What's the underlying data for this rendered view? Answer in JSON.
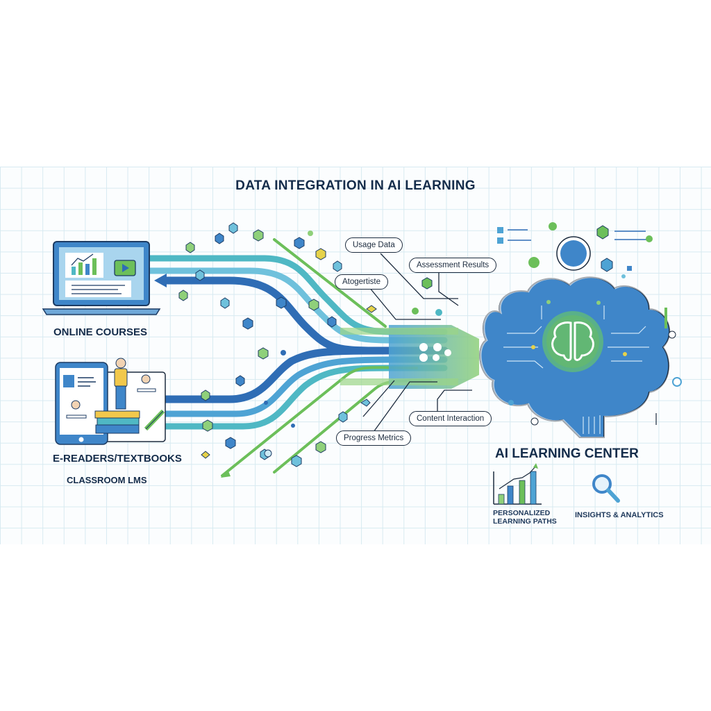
{
  "title": "DATA INTEGRATION IN AI LEARNING",
  "sources": [
    {
      "label": "ONLINE COURSES",
      "icon": "laptop-with-chart-and-video-icon"
    },
    {
      "label": "E-READERS/TEXTBOOKS",
      "icon": "tablet-classroom-books-icon"
    },
    {
      "label": "CLASSROOM LMS"
    }
  ],
  "data_labels": [
    {
      "label": "Usage Data"
    },
    {
      "label": "Assessment Results"
    },
    {
      "label": "Atogertiste"
    },
    {
      "label": "Content Interaction"
    },
    {
      "label": "Progress Metrics"
    }
  ],
  "destination": {
    "label": "AI LEARNING CENTER",
    "icon": "circuit-brain-icon",
    "outputs": [
      {
        "label_line1": "PERSONALIZED",
        "label_line2": "LEARNING PATHS",
        "icon": "growth-bar-chart-icon"
      },
      {
        "label": "INSIGHTS & ANALYTICS",
        "icon": "magnifier-icon"
      }
    ]
  },
  "colors": {
    "navy_text": "#142c4a",
    "dark_blue": "#2f6db5",
    "mid_blue": "#4ea3d4",
    "teal": "#4fb8c4",
    "green": "#6cbf5a",
    "yellow": "#e6d24a",
    "brain_blue": "#3f86c9",
    "grid": "#d7eaf1"
  }
}
